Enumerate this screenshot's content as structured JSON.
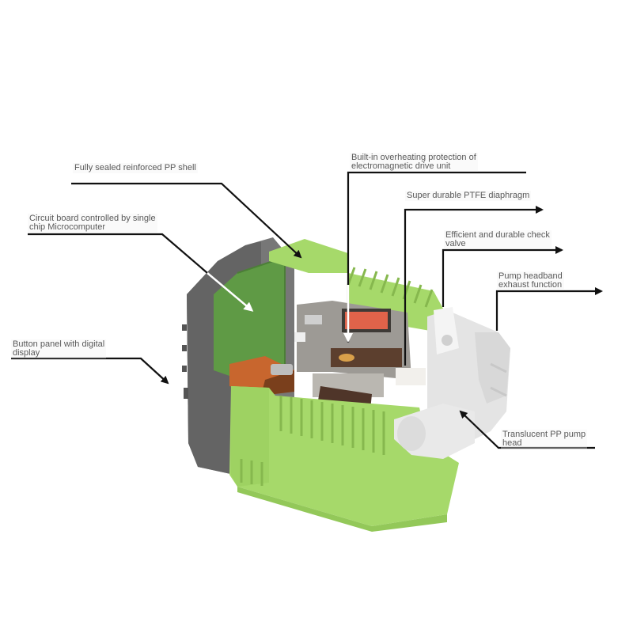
{
  "diagram": {
    "subject": "Electromagnetic diaphragm metering pump cutaway",
    "colors": {
      "shell_green": "#a6d96a",
      "shell_green_dark": "#86b84e",
      "panel_gray": "#6f6f6f",
      "pcb_green": "#5f9a45",
      "heater_red": "#e0634a",
      "component_orange": "#c8662e",
      "pump_head_white": "#e6e6e6",
      "label_text": "#595959",
      "leader_line": "#111111"
    },
    "callouts": [
      {
        "id": "shell",
        "text": "Fully sealed reinforced PP shell"
      },
      {
        "id": "pcb",
        "text": "Circuit board controlled by single\nchip Microcomputer"
      },
      {
        "id": "panel",
        "text": "Button panel with digital\ndisplay"
      },
      {
        "id": "overheat",
        "text": "Built-in overheating protection of\nelectromagnetic drive unit"
      },
      {
        "id": "diaphragm",
        "text": "Super durable PTFE diaphragm"
      },
      {
        "id": "check_valve",
        "text": "Efficient and durable check\nvalve"
      },
      {
        "id": "exhaust",
        "text": "Pump headband\nexhaust function"
      },
      {
        "id": "pump_head",
        "text": "Translucent PP pump\nhead"
      }
    ]
  }
}
